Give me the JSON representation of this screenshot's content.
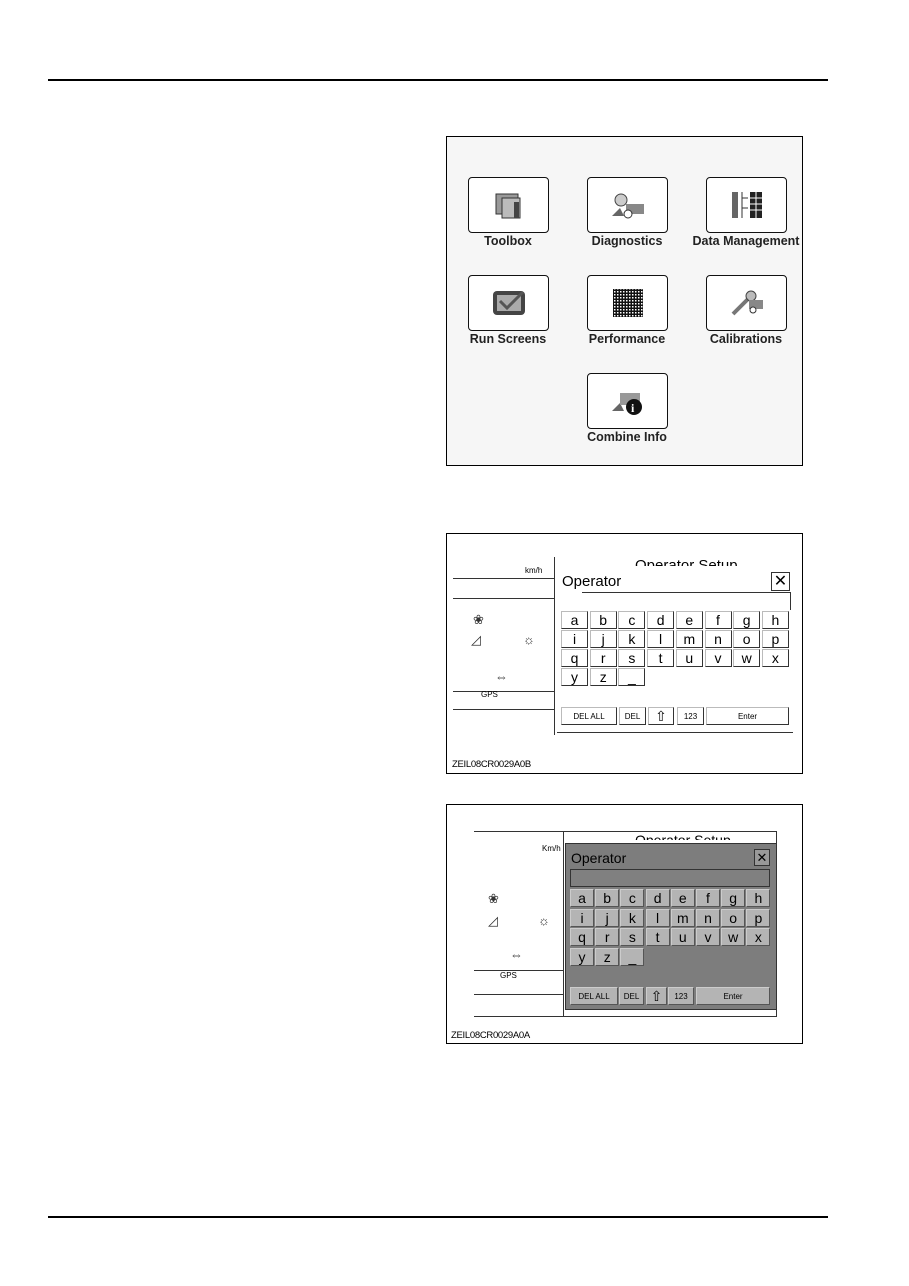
{
  "figure1": {
    "menu_items": [
      {
        "label": "Toolbox",
        "icon": "toolbox-icon"
      },
      {
        "label": "Diagnostics",
        "icon": "diagnostics-icon"
      },
      {
        "label": "Data Management",
        "icon": "data-management-icon"
      },
      {
        "label": "Run Screens",
        "icon": "run-screens-icon"
      },
      {
        "label": "Performance",
        "icon": "performance-icon"
      },
      {
        "label": "Calibrations",
        "icon": "calibrations-icon"
      },
      {
        "label": "Combine Info",
        "icon": "combine-info-icon"
      }
    ]
  },
  "figure2": {
    "screen_title": "Operator Setup",
    "speed_unit": "km/h",
    "gps_label": "GPS",
    "dialog_title": "Operator",
    "input_value": "",
    "keys": [
      "a",
      "b",
      "c",
      "d",
      "e",
      "f",
      "g",
      "h",
      "i",
      "j",
      "k",
      "l",
      "m",
      "n",
      "o",
      "p",
      "q",
      "r",
      "s",
      "t",
      "u",
      "v",
      "w",
      "x",
      "y",
      "z",
      "_"
    ],
    "del_all": "DEL ALL",
    "del": "DEL",
    "shift": "⇧",
    "num": "123",
    "enter": "Enter",
    "caption": "ZEIL08CR0029A0B"
  },
  "figure3": {
    "screen_title": "Operator Setup",
    "speed_unit": "Km/h",
    "gps_label": "GPS",
    "dialog_title": "Operator",
    "input_value": "",
    "keys": [
      "a",
      "b",
      "c",
      "d",
      "e",
      "f",
      "g",
      "h",
      "i",
      "j",
      "k",
      "l",
      "m",
      "n",
      "o",
      "p",
      "q",
      "r",
      "s",
      "t",
      "u",
      "v",
      "w",
      "x",
      "y",
      "z",
      "_"
    ],
    "del_all": "DEL ALL",
    "del": "DEL",
    "shift": "⇧",
    "num": "123",
    "enter": "Enter",
    "caption": "ZEIL08CR0029A0A",
    "dialog_color": "#7d7d7d"
  }
}
